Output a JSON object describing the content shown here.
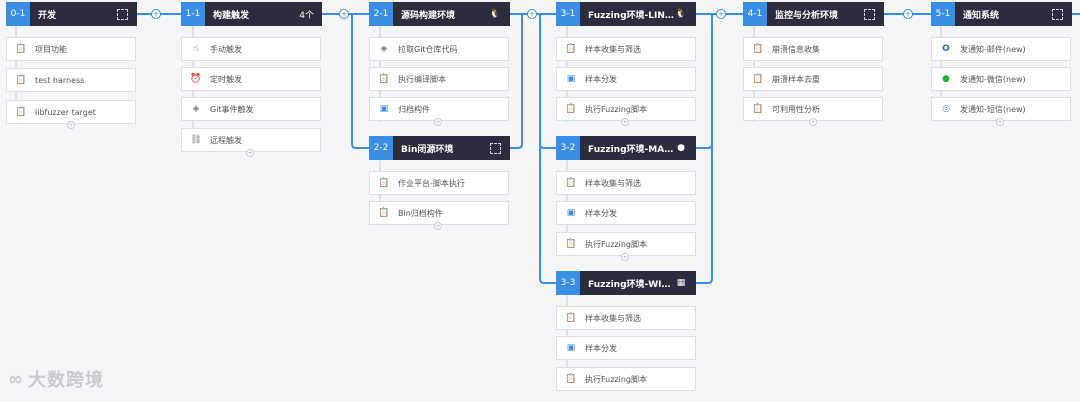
{
  "stages": [
    {
      "id": "0-1",
      "title": "开发",
      "tag": "",
      "tasks": [
        {
          "icon": "clipboard-icon",
          "label": "项目功能"
        },
        {
          "icon": "clipboard-icon",
          "label": "test harness"
        },
        {
          "icon": "clipboard-icon",
          "label": "libfuzzer target"
        }
      ]
    },
    {
      "id": "1-1",
      "title": "构建触发",
      "tag": "4个",
      "tasks": [
        {
          "icon": "hand-icon",
          "label": "手动触发"
        },
        {
          "icon": "clock-icon",
          "label": "定时触发"
        },
        {
          "icon": "git-icon",
          "label": "Git事件触发"
        },
        {
          "icon": "remote-icon",
          "label": "远程触发"
        }
      ]
    },
    {
      "id": "2-1",
      "title": "源码构建环境",
      "tag": "linux",
      "tasks": [
        {
          "icon": "git-icon",
          "label": "拉取Git仓库代码"
        },
        {
          "icon": "clipboard-icon",
          "label": "执行编译脚本"
        },
        {
          "icon": "archive-icon",
          "label": "归档构件"
        }
      ]
    },
    {
      "id": "2-2",
      "title": "Bin闭源环境",
      "tag": "",
      "tasks": [
        {
          "icon": "clipboard-icon",
          "label": "作业平台-脚本执行"
        },
        {
          "icon": "clipboard-icon",
          "label": "Bin归档构件"
        }
      ]
    },
    {
      "id": "3-1",
      "title": "Fuzzing环境-LINUX",
      "tag": "linux",
      "tasks": [
        {
          "icon": "clipboard-icon",
          "label": "样本收集与筛选"
        },
        {
          "icon": "archive-icon",
          "label": "样本分发"
        },
        {
          "icon": "clipboard-icon",
          "label": "执行Fuzzing脚本"
        }
      ]
    },
    {
      "id": "3-2",
      "title": "Fuzzing环境-MAC...",
      "tag": "apple",
      "tasks": [
        {
          "icon": "clipboard-icon",
          "label": "样本收集与筛选"
        },
        {
          "icon": "archive-icon",
          "label": "样本分发"
        },
        {
          "icon": "clipboard-icon",
          "label": "执行Fuzzing脚本"
        }
      ]
    },
    {
      "id": "3-3",
      "title": "Fuzzing环境-WIN...",
      "tag": "windows",
      "tasks": [
        {
          "icon": "clipboard-icon",
          "label": "样本收集与筛选"
        },
        {
          "icon": "archive-icon",
          "label": "样本分发"
        },
        {
          "icon": "clipboard-icon",
          "label": "执行Fuzzing脚本"
        }
      ]
    },
    {
      "id": "4-1",
      "title": "监控与分析环境",
      "tag": "",
      "tasks": [
        {
          "icon": "clipboard-icon",
          "label": "崩溃信息收集"
        },
        {
          "icon": "clipboard-icon",
          "label": "崩溃样本去重"
        },
        {
          "icon": "clipboard-icon",
          "label": "可利用性分析"
        }
      ]
    },
    {
      "id": "5-1",
      "title": "通知系统",
      "tag": "",
      "tasks": [
        {
          "icon": "outlook-icon",
          "label": "发通知-邮件(new)"
        },
        {
          "icon": "wechat-icon",
          "label": "发通知-微信(new)"
        },
        {
          "icon": "sms-icon",
          "label": "发通知-短信(new)"
        }
      ]
    }
  ],
  "watermark": "大数跨境",
  "colors": {
    "header_bg": "#2b2d3d",
    "accent": "#3a8ee6",
    "task_border": "#dcdfe6",
    "page_bg": "#f4f5f7"
  }
}
